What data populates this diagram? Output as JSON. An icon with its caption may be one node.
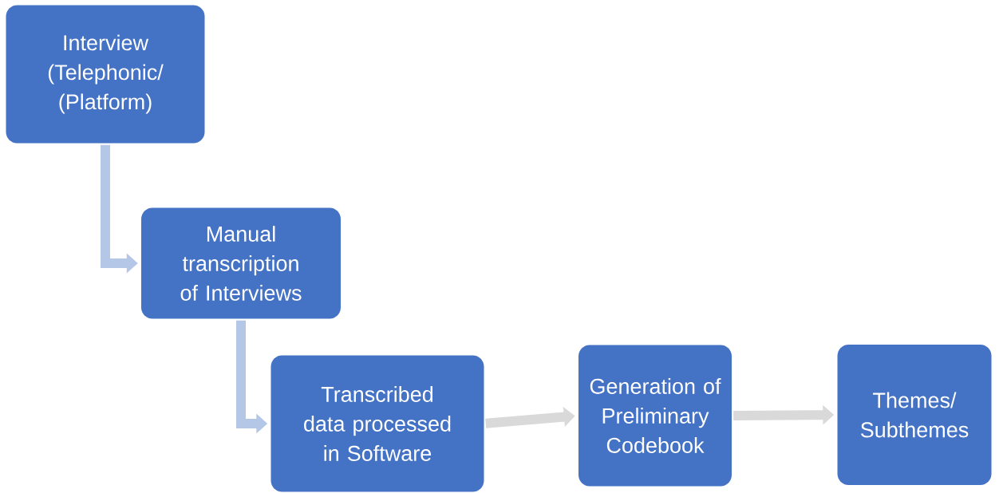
{
  "diagram": {
    "nodes": [
      {
        "text": [
          "Interview (Telephonic/ (Platform)"
        ]
      },
      {
        "text": [
          "Manual transcription of Interviews"
        ]
      },
      {
        "text": [
          "Transcribed data processed in Software"
        ]
      },
      {
        "text": [
          "Generation of Preliminary Codebook"
        ]
      },
      {
        "text": [
          "Themes/ Subthemes"
        ]
      }
    ],
    "edges": [
      {
        "from": 0,
        "to": 1,
        "arrow": "to",
        "color": "#b4c7e7"
      },
      {
        "from": 1,
        "to": 2,
        "arrow": "to",
        "color": "#b4c7e7"
      },
      {
        "from": 2,
        "to": 3,
        "arrow": "to",
        "color": "#d9d9d9"
      },
      {
        "from": 3,
        "to": 4,
        "arrow": "to",
        "color": "#d9d9d9"
      }
    ]
  }
}
